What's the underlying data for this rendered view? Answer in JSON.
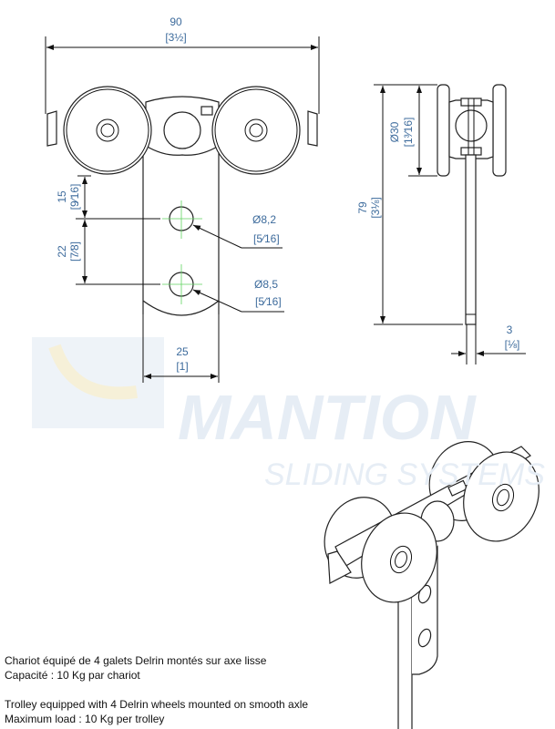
{
  "watermark": {
    "brand": "MANTION",
    "tagline": "SLIDING SYSTEMS"
  },
  "dimensions": {
    "overall_width": {
      "mm": "90",
      "inch": "[3½]"
    },
    "hole_offset_top": {
      "mm": "15",
      "inch": "[9⁄16]"
    },
    "hole_spacing": {
      "mm": "22",
      "inch": "[7⁄8]"
    },
    "hole_upper": {
      "mm": "Ø8,2",
      "inch": "[5⁄16]"
    },
    "hole_lower": {
      "mm": "Ø8,5",
      "inch": "[5⁄16]"
    },
    "plate_width": {
      "mm": "25",
      "inch": "[1]"
    },
    "wheel_diameter": {
      "mm": "Ø30",
      "inch": "[1³⁄16]"
    },
    "overall_height": {
      "mm": "79",
      "inch": "[3⅛]"
    },
    "plate_thickness": {
      "mm": "3",
      "inch": "[⅛]"
    }
  },
  "notes": {
    "fr_line1": "Chariot équipé de 4 galets Delrin montés sur axe lisse",
    "fr_line2": "Capacité : 10 Kg par chariot",
    "en_line1": "Trolley equipped with 4 Delrin wheels mounted on smooth axle",
    "en_line2": "Maximum load : 10 Kg per trolley"
  }
}
